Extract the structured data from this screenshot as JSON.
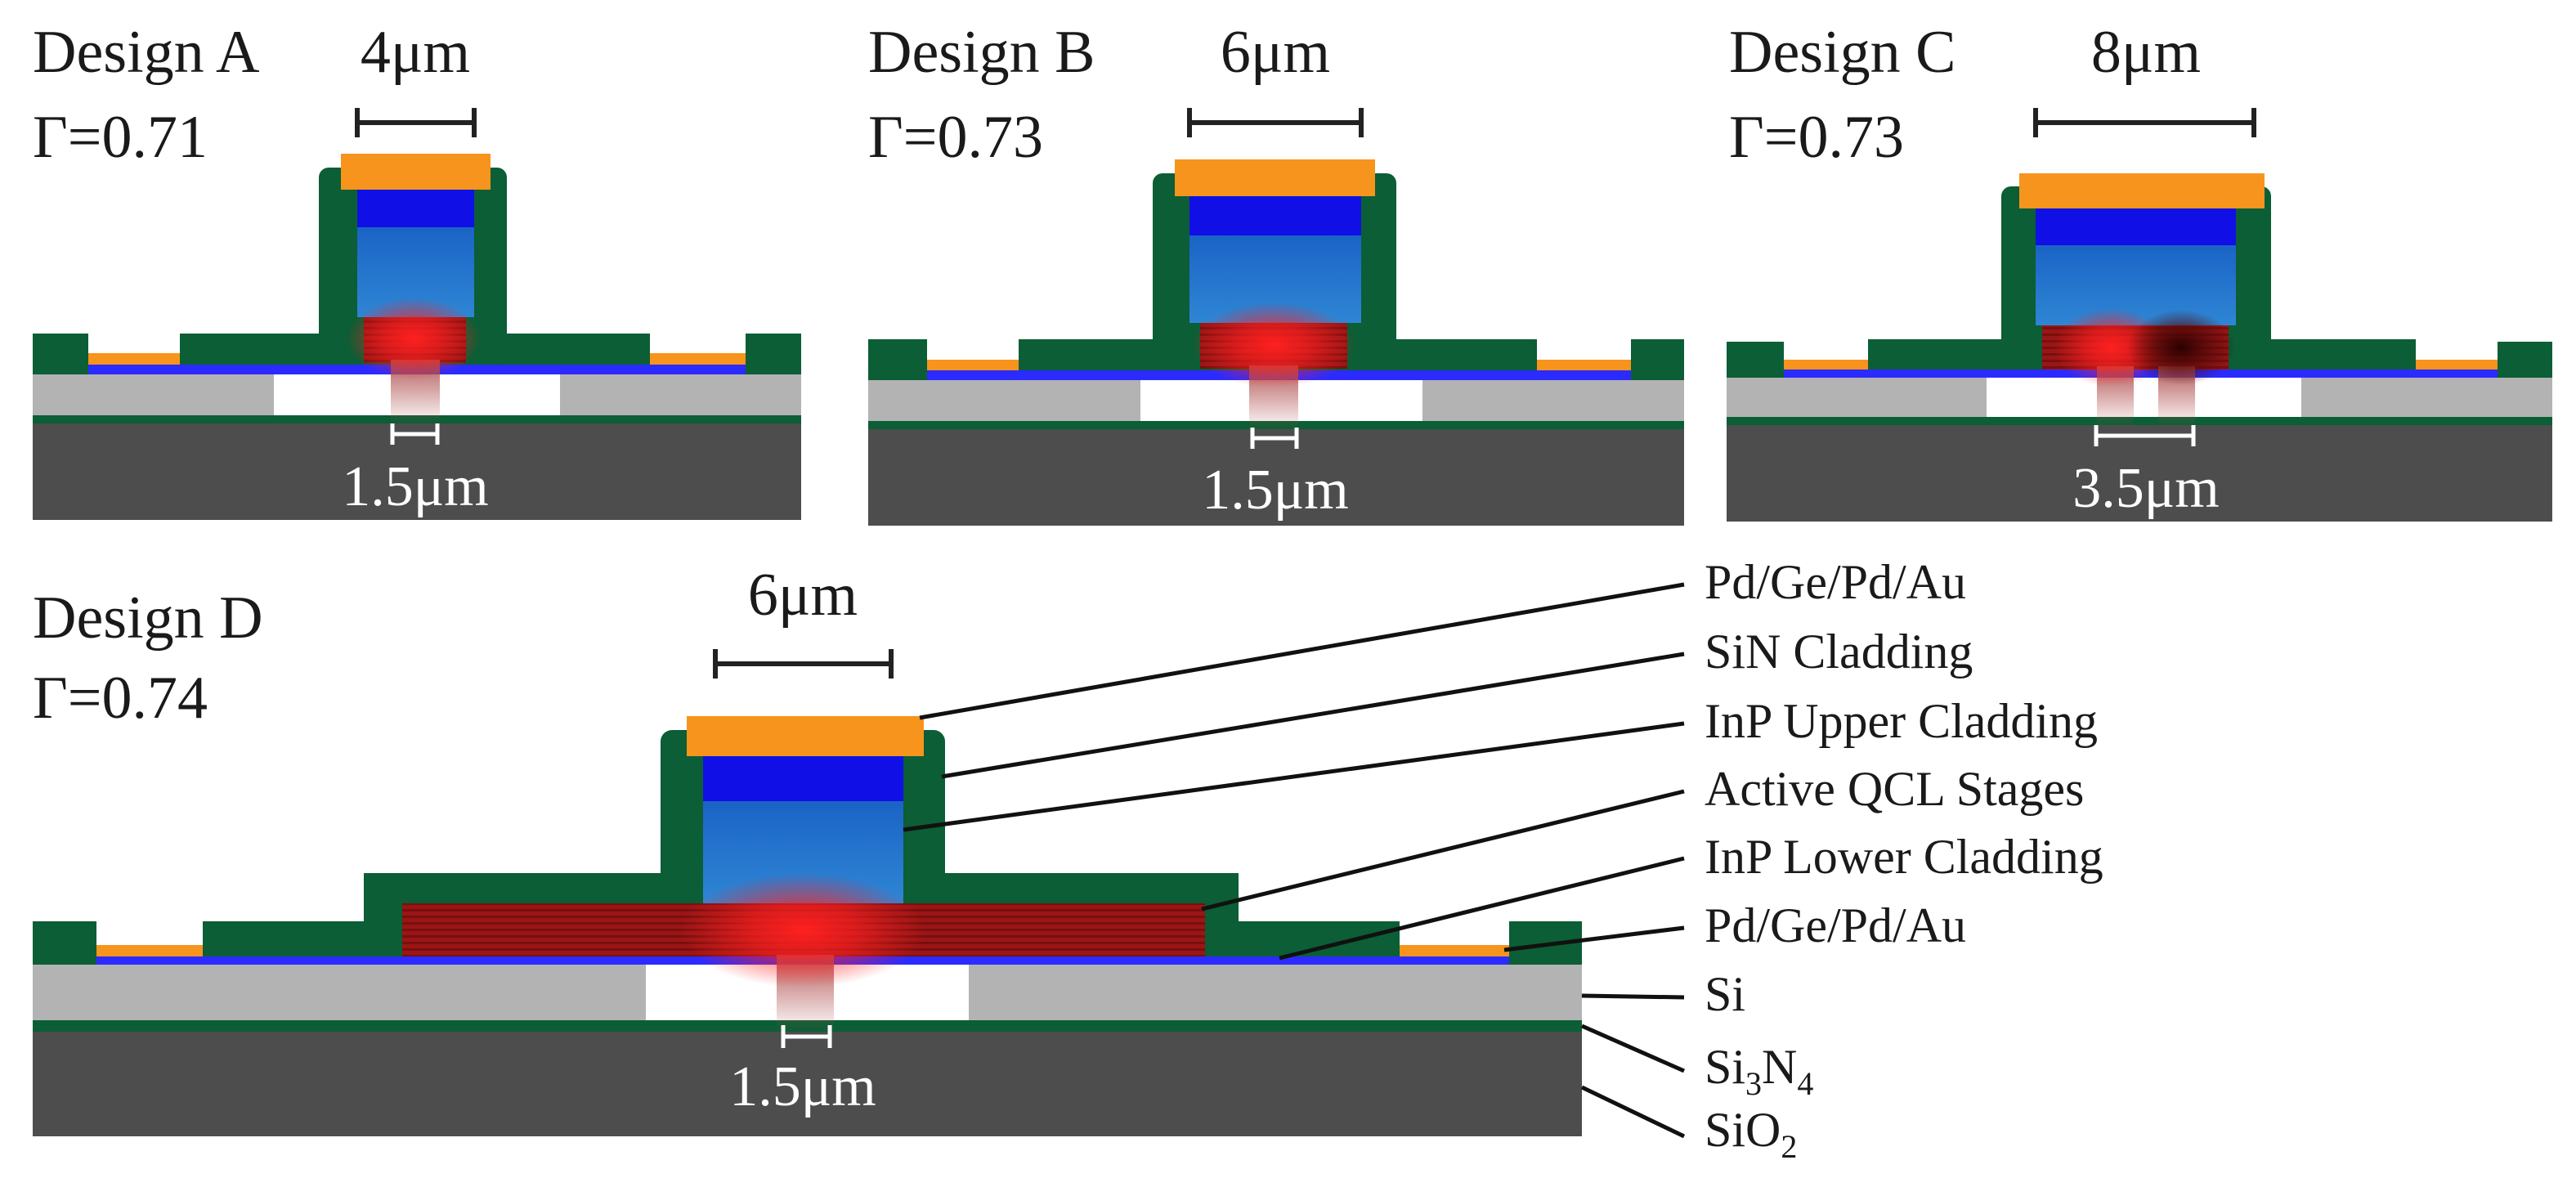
{
  "designs": {
    "a": {
      "name": "Design A",
      "gamma": "Γ=0.71",
      "ridge_width": "4μm",
      "gap_width": "1.5μm"
    },
    "b": {
      "name": "Design B",
      "gamma": "Γ=0.73",
      "ridge_width": "6μm",
      "gap_width": "1.5μm"
    },
    "c": {
      "name": "Design C",
      "gamma": "Γ=0.73",
      "ridge_width": "8μm",
      "gap_width": "3.5μm"
    },
    "d": {
      "name": "Design D",
      "gamma": "Γ=0.74",
      "ridge_width": "6μm",
      "gap_width": "1.5μm"
    }
  },
  "legend": {
    "top_contact": "Pd/Ge/Pd/Au",
    "sin_cladding": "SiN Cladding",
    "inp_upper": "InP Upper Cladding",
    "active": "Active QCL Stages",
    "inp_lower": "InP Lower Cladding",
    "bottom_contact": "Pd/Ge/Pd/Au",
    "si": "Si",
    "si3n4": "Si3N4",
    "sio2": "SiO2"
  },
  "colors": {
    "contact": "#f7941d",
    "sin": "#0b5e35",
    "inp_upper_top": "#1010e6",
    "inp_upper": "#1f78c8",
    "active": "#9c1a1a",
    "inp_lower": "#2b2bff",
    "si": "#b3b3b3",
    "si3n4_layer": "#0b5e35",
    "sio2": "#4d4d4d",
    "mode": "#ff1a1a"
  }
}
